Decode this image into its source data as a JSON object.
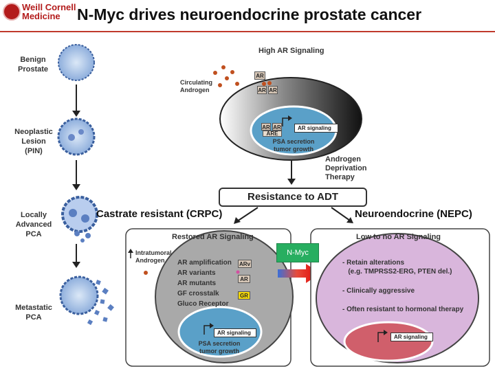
{
  "header": {
    "logo_line1": "Weill Cornell",
    "logo_line2": "Medicine",
    "title": "N-Myc drives neuroendocrine prostate cancer"
  },
  "stages": [
    {
      "label": "Benign\nProstate"
    },
    {
      "label": "Neoplastic\nLesion\n(PIN)"
    },
    {
      "label": "Locally\nAdvanced\nPCA"
    },
    {
      "label": "Metastatic\nPCA"
    }
  ],
  "high_ar": {
    "title": "High AR Signaling",
    "circulating": "Circulating\nAndrogen",
    "ar_tag": "AR",
    "are_tag": "ARE",
    "signaling": "AR signaling",
    "psa": "PSA secretion\ntumor growth"
  },
  "adt_label": "Androgen\nDeprivation\nTherapy",
  "resistance": "Resistance to ADT",
  "crpc_label": "Castrate resistant (CRPC)",
  "nepc_label": "Neuroendocrine (NEPC)",
  "restored": {
    "title": "Restored AR Signaling",
    "intratumoral": "Intratumoral\nAndrogen",
    "items": [
      "AR amplification",
      "AR variants",
      "AR mutants",
      "GF crosstalk",
      "Gluco Receptor"
    ],
    "tags": [
      "ARv",
      "AR",
      "GR"
    ],
    "signaling": "AR signaling",
    "psa": "PSA secretion\ntumor growth"
  },
  "nmyc": "N-Myc",
  "low_ar": {
    "title": "Low to no AR Signaling",
    "items": [
      "- Retain alterations\n   (e.g. TMPRSS2-ERG, PTEN del.)",
      "- Clinically aggressive",
      "- Often resistant to hormonal therapy"
    ],
    "signaling": "AR signaling"
  },
  "colors": {
    "accent_red": "#b31b1b",
    "nmyc_green": "#27ae60",
    "nepc_purple": "#d9b6dc",
    "crpc_gray": "#a9a9a9",
    "nucleus_blue": "#5aa0c8"
  }
}
